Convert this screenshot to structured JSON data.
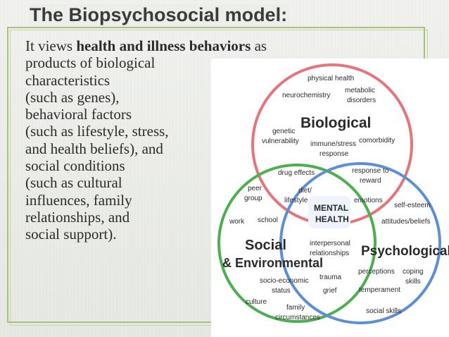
{
  "slide": {
    "title": "The Biopsychosocial model:",
    "body": {
      "lead": "It  views ",
      "bold": "health and illness behaviors",
      "lead_end": " as",
      "lines": [
        "products of biological",
        "characteristics",
        "(such as genes),",
        "behavioral factors",
        "(such as lifestyle, stress,",
        "and health beliefs), and",
        "social conditions",
        " (such as cultural",
        "influences, family",
        " relationships, and",
        "social support)."
      ]
    }
  },
  "diagram": {
    "colors": {
      "biological": "#e8737a",
      "psychological": "#5b8fd9",
      "social": "#4caf50",
      "center_fill": "#eef3ff"
    },
    "headings": {
      "biological": "Biological",
      "psychological": "Psychological",
      "social_1": "Social",
      "social_2": "& Environmental",
      "center_1": "MENTAL",
      "center_2": "HEALTH"
    },
    "labels": {
      "physical_health": "physical health",
      "neurochemistry": "neurochemistry",
      "metabolic": "metabolic",
      "disorders": "disorders",
      "genetic": "genetic",
      "vulnerability": "vulnerability",
      "comorbidity": "comorbidity",
      "immune_stress": "immune/stress",
      "response": "response",
      "drug_effects": "drug effects",
      "response_to": "response to",
      "reward": "reward",
      "peer": "peer",
      "group": "group",
      "diet": "diet/",
      "lifestyle": "lifestyle",
      "emotions": "emotions",
      "self_esteem": "self-esteem",
      "work": "work",
      "school": "school",
      "attitudes": "attitudes/beliefs",
      "interpersonal": "interpersonal",
      "relationships": "relationships",
      "trauma": "trauma",
      "perceptions": "perceptions",
      "coping": "coping",
      "skills": "skills",
      "socio_economic": "socio-economic",
      "status": "status",
      "grief": "grief",
      "temperament": "temperament",
      "culture": "culture",
      "family": "family",
      "circumstances": "circumstances",
      "social_skills": "social skills"
    }
  }
}
